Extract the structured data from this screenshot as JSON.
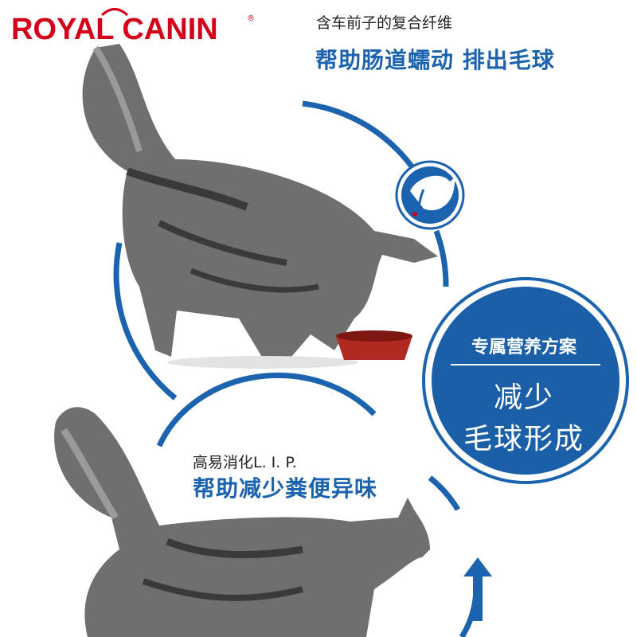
{
  "brand": {
    "logo_text": "ROYAL CANIN",
    "reg_mark": "®",
    "color": "#d4001a"
  },
  "feature_top": {
    "subtitle": "含车前子的复合纤维",
    "headline": "帮助肠道蠕动 排出毛球"
  },
  "feature_bottom": {
    "subtitle": "高易消化L. I. P.",
    "headline": "帮助减少粪便异味"
  },
  "badge": {
    "title": "专属营养方案",
    "line1": "减少",
    "line2": "毛球形成"
  },
  "icons": {
    "digestion_icon": "cat-digestion-icon",
    "arrow_icon": "arrow-up-icon"
  },
  "colors": {
    "accent_blue": "#1b63ae",
    "badge_blue": "#1a5fa8",
    "bowl_red": "#b02a22"
  }
}
